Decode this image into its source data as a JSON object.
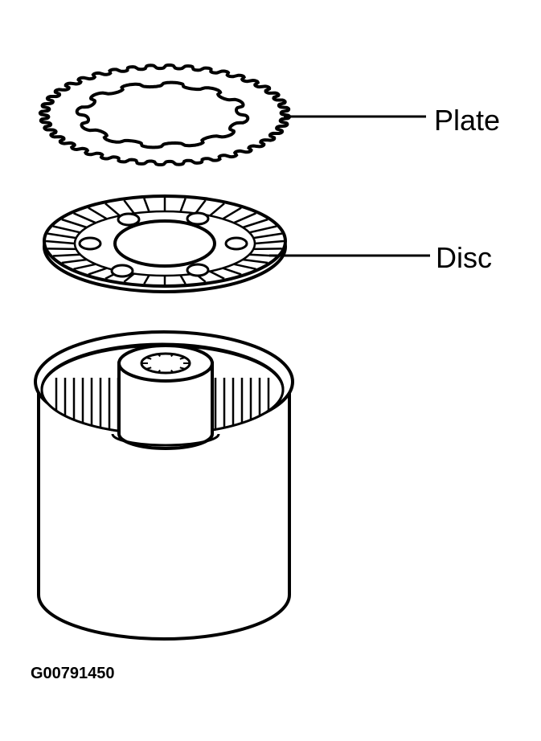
{
  "labels": {
    "plate": "Plate",
    "disc": "Disc"
  },
  "figure_code": "G00791450",
  "colors": {
    "line": "#000000",
    "fill": "#ffffff"
  }
}
